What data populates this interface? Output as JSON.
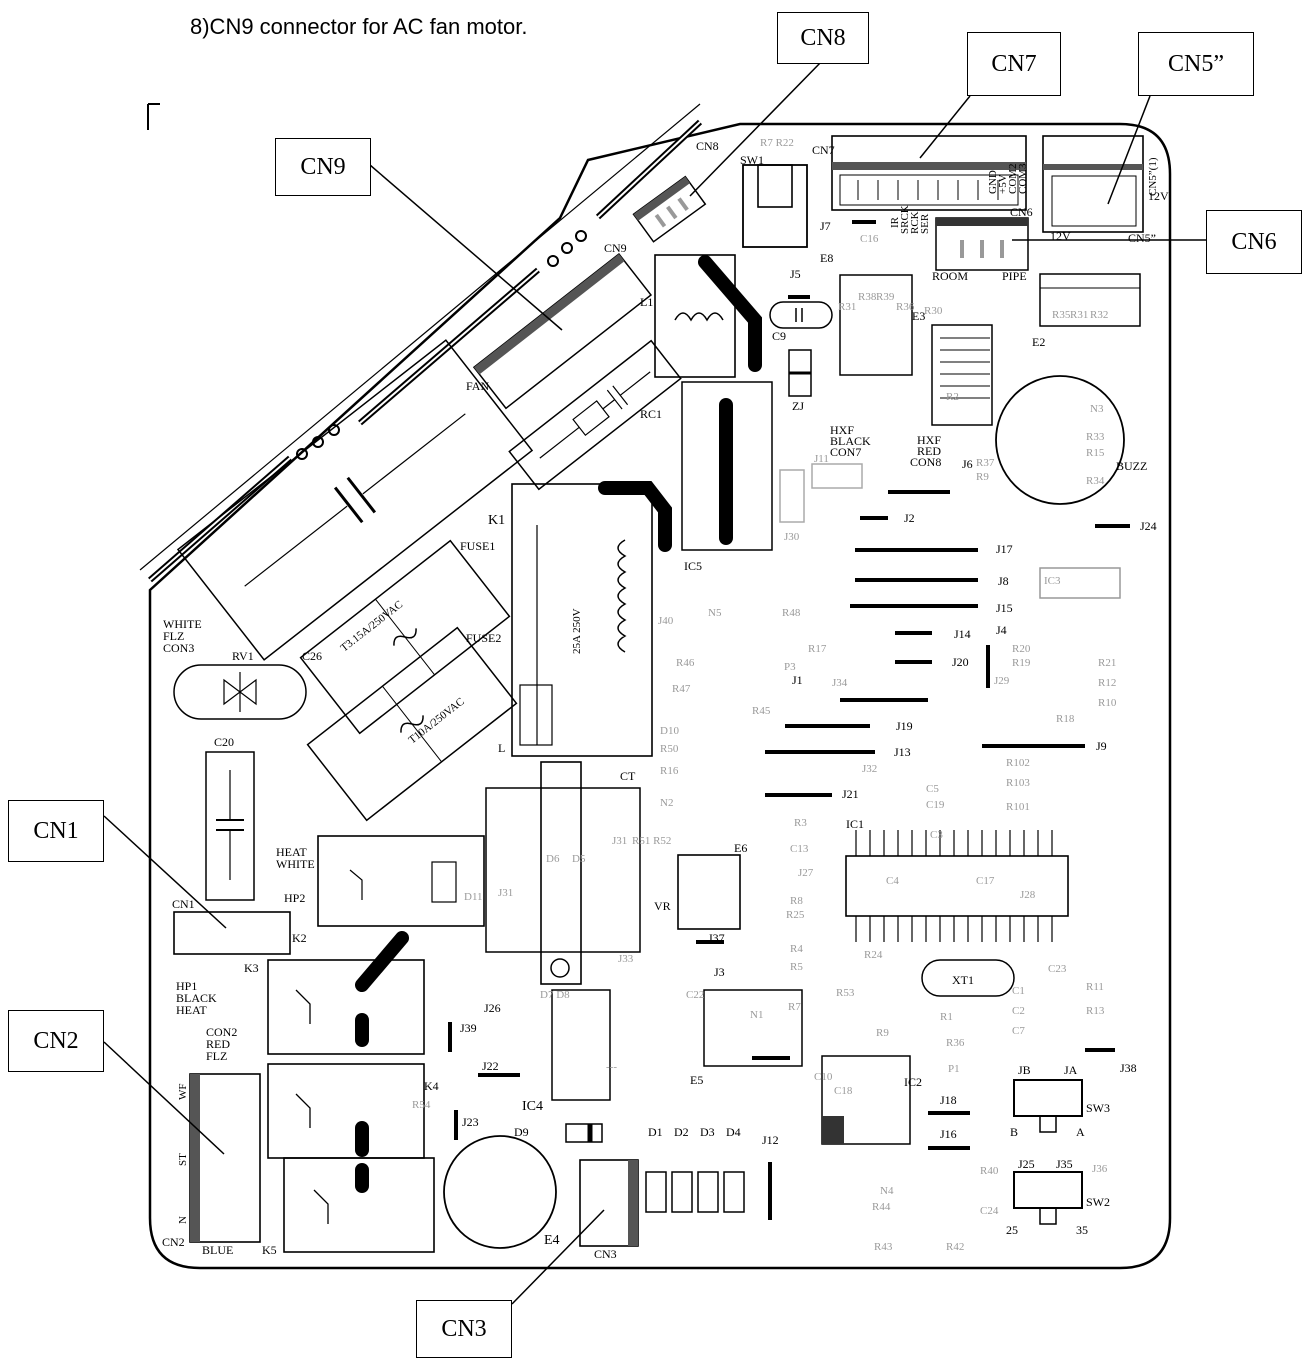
{
  "header": {
    "text": "8)CN9 connector for AC fan motor."
  },
  "callouts": {
    "cn8": "CN8",
    "cn7": "CN7",
    "cn5": "CN5”",
    "cn9": "CN9",
    "cn6": "CN6",
    "cn1": "CN1",
    "cn2": "CN2",
    "cn3": "CN3"
  },
  "board_labels": [
    "CN8",
    "SW1",
    "CN7",
    "J7",
    "C16",
    "J5",
    "E8",
    "IR",
    "SRCK",
    "RCK",
    "SER",
    "GND",
    "+5V",
    "COM2",
    "COM3",
    "CN6",
    "ROOM",
    "PIPE",
    "CN5”(1)",
    "12V",
    "12V",
    "CN5”",
    "CN9",
    "L1",
    "C9",
    "ZJ",
    "E3",
    "E2",
    "FAN",
    "RC1",
    "HXF",
    "BLACK",
    "CON7",
    "HXF",
    "RED",
    "CON8",
    "N3",
    "R33",
    "R15",
    "R34",
    "BUZZ",
    "J6",
    "J2",
    "J24",
    "J17",
    "J8",
    "J15",
    "IC3",
    "J14",
    "J4",
    "J20",
    "J34",
    "J1",
    "R17",
    "R20",
    "R19",
    "R21",
    "R12",
    "R10",
    "R18",
    "J29",
    "K1",
    "FUSE1",
    "FUSE2",
    "T3.15A/250VAC",
    "T10A/250VAC",
    "C26",
    "WHITE",
    "FLZ",
    "CON3",
    "RV1",
    "25A 250V",
    "L",
    "IC5",
    "J30",
    "J11",
    "J40",
    "N5",
    "R48",
    "R46",
    "R47",
    "R45",
    "P3",
    "D10",
    "R50",
    "R16",
    "N2",
    "J19",
    "J13",
    "J9",
    "R102",
    "R103",
    "R101",
    "J32",
    "C5",
    "C19",
    "J21",
    "C20",
    "CN1",
    "HEAT",
    "WHITE",
    "HP2",
    "K2",
    "D11",
    "J31",
    "D6",
    "D5",
    "J31",
    "R51",
    "R52",
    "CT",
    "E6",
    "VR",
    "J37",
    "R3",
    "C13",
    "J27",
    "R8",
    "R25",
    "R4",
    "R5",
    "IC1",
    "C3",
    "C4",
    "C17",
    "J28",
    "K3",
    "HP1",
    "BLACK",
    "HEAT",
    "CON2",
    "RED",
    "FLZ",
    "WF",
    "ST",
    "N",
    "CN2",
    "BLUE",
    "K4",
    "K5",
    "J39",
    "J26",
    "J22",
    "J23",
    "IC4",
    "D9",
    "D1",
    "D2",
    "D3",
    "D4",
    "J12",
    "CN3",
    "E4",
    "D7",
    "D8",
    "J33",
    "J3",
    "C22",
    "N1",
    "E5",
    "R24",
    "R9",
    "R53",
    "R39",
    "R1",
    "C23",
    "R11",
    "R13",
    "C1",
    "C2",
    "C7",
    "XT1",
    "R36",
    "P1",
    "IC2",
    "C18",
    "C10",
    "J18",
    "J16",
    "J38",
    "JB",
    "JA",
    "SW3",
    "B",
    "A",
    "J25",
    "J35",
    "SW2",
    "25",
    "35",
    "N4",
    "R44",
    "R43",
    "R40",
    "C24",
    "R42",
    "J36"
  ]
}
